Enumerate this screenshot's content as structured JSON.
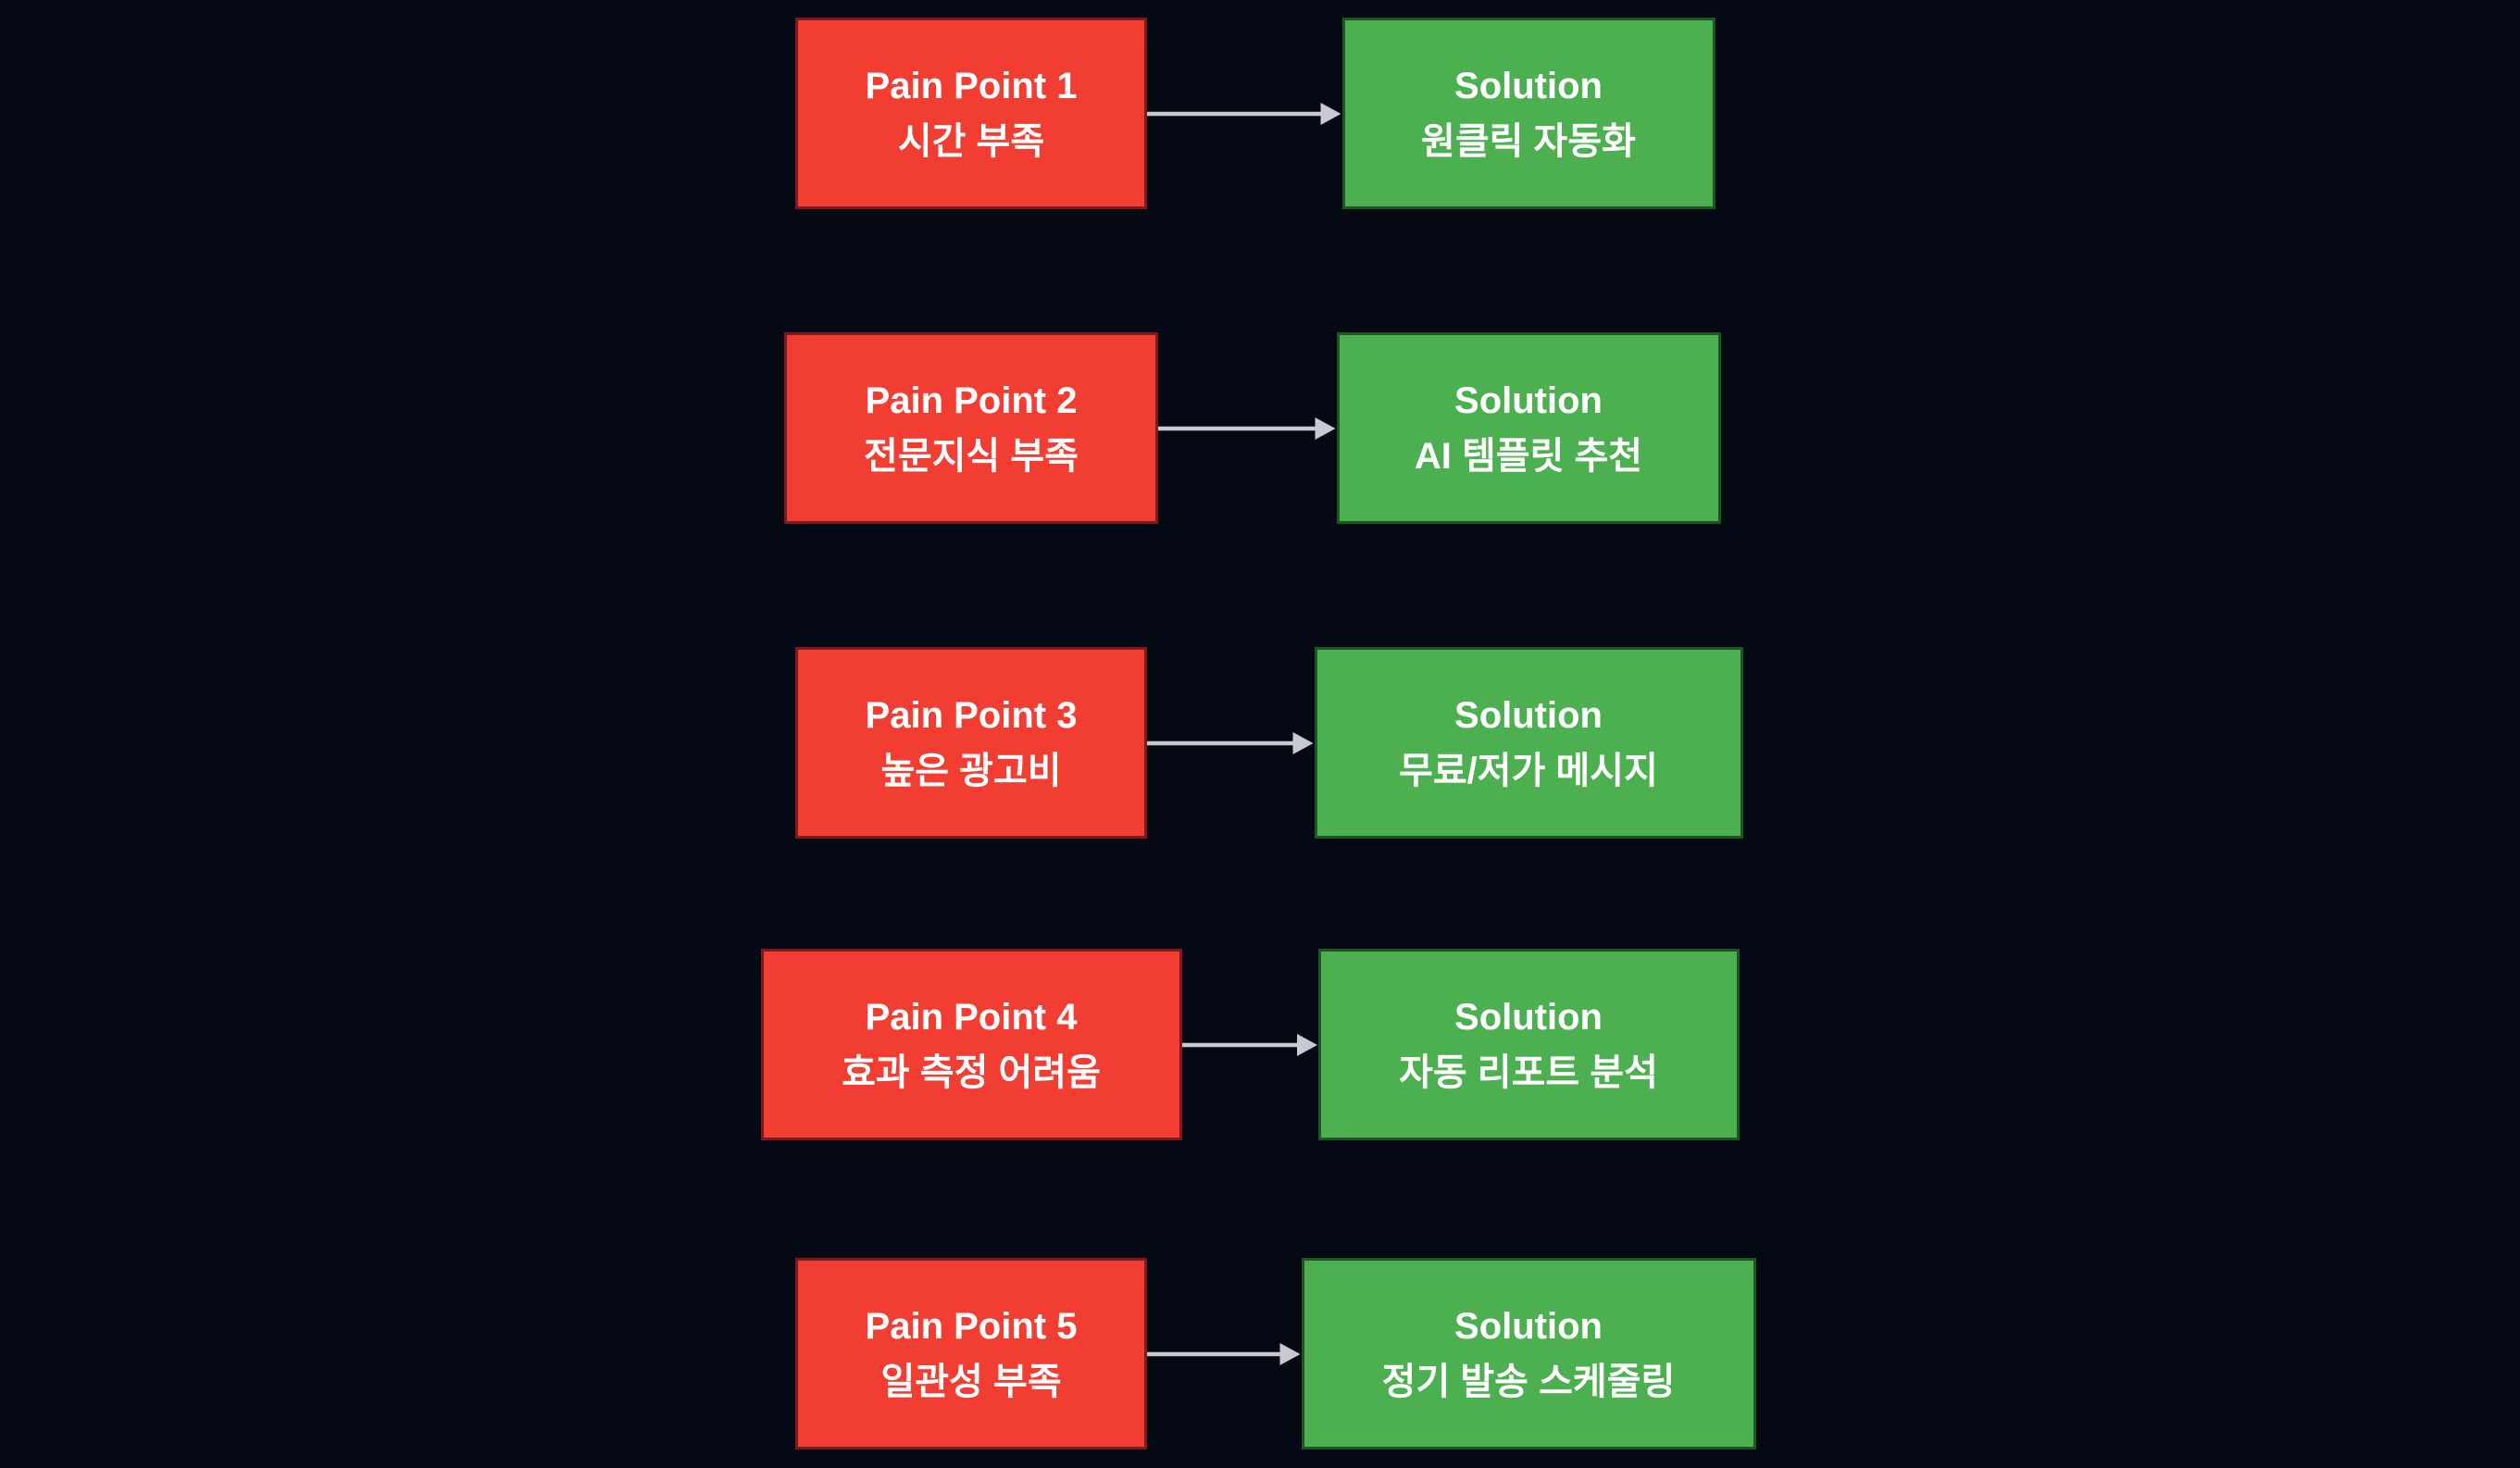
{
  "diagram": {
    "description_labels": {
      "left_column_kind": "pain-point",
      "right_column_kind": "solution"
    },
    "rows": [
      {
        "pain_label": "Pain Point 1",
        "pain_desc": "시간 부족",
        "solution_label": "Solution",
        "solution_desc": "원클릭 자동화"
      },
      {
        "pain_label": "Pain Point 2",
        "pain_desc": "전문지식 부족",
        "solution_label": "Solution",
        "solution_desc": "AI 템플릿 추천"
      },
      {
        "pain_label": "Pain Point 3",
        "pain_desc": "높은 광고비",
        "solution_label": "Solution",
        "solution_desc": "무료/저가 메시지"
      },
      {
        "pain_label": "Pain Point 4",
        "pain_desc": "효과 측정 어려움",
        "solution_label": "Solution",
        "solution_desc": "자동 리포트 분석"
      },
      {
        "pain_label": "Pain Point 5",
        "pain_desc": "일관성 부족",
        "solution_label": "Solution",
        "solution_desc": "정기 발송 스케줄링"
      }
    ]
  },
  "colors": {
    "background": "#040913",
    "pain_fill": "#f23d33",
    "pain_border": "#7e1a1d",
    "solution_fill": "#4caf50",
    "solution_border": "#1d5524",
    "arrow": "#c9c9cf",
    "text": "#ffffff"
  }
}
